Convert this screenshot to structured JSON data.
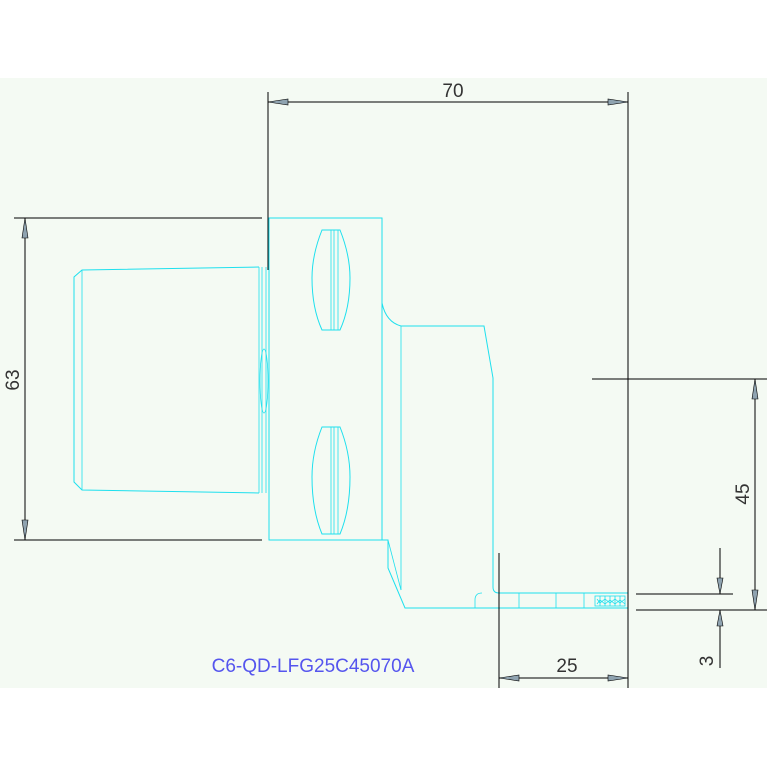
{
  "drawing": {
    "part_code": "C6-QD-LFG25C45070A",
    "dimensions": {
      "overall_width": "70",
      "height": "63",
      "offset": "45",
      "foot_length": "25",
      "thickness": "3"
    },
    "colors": {
      "background": "#f4faf3",
      "part_outline": "#1ee0ee",
      "dimension_line": "#000000",
      "part_code_text": "#5555ee"
    }
  }
}
